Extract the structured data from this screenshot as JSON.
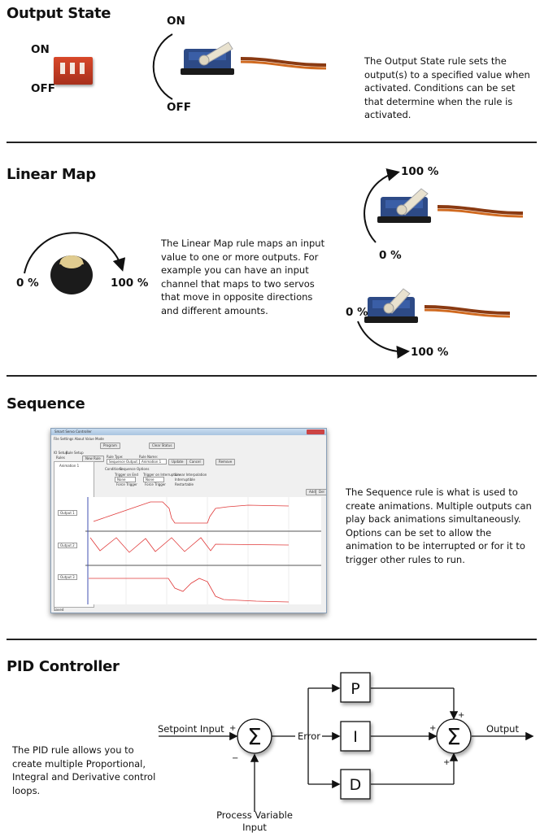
{
  "output_state": {
    "title": "Output State",
    "switch_on": "ON",
    "switch_off": "OFF",
    "servo_on": "ON",
    "servo_off": "OFF",
    "description": "The Output State rule sets the output(s) to a specified value when activated. Conditions can be set that determine when the rule is activated."
  },
  "linear_map": {
    "title": "Linear Map",
    "knob_min": "0 %",
    "knob_max": "100 %",
    "description": "The Linear Map rule maps an input value to one or more outputs. For example you can have an input channel that maps to two servos that move in opposite directions and different amounts.",
    "servo1_max": "100 %",
    "servo1_min": "0 %",
    "servo2_min": "0 %",
    "servo2_max": "100 %"
  },
  "sequence": {
    "title": "Sequence",
    "description": "The Sequence rule is what is used to create animations. Multiple outputs can play back animations simultaneously. Options can be set to allow the animation to be interrupted or for it to trigger other rules to run.",
    "window": {
      "title": "Smart Servo Controller",
      "menu": "File   Settings   About   Value Mode",
      "program": "Program",
      "clear_status": "Clear Status",
      "tab_io": "IO Setup",
      "tab_rule": "Rule Setup",
      "rules_label": "Rules",
      "new_rule": "New Rule",
      "rule_item": "Animation 1",
      "rule_type_label": "Rule Type:",
      "rule_type": "Sequence Output",
      "rule_name_label": "Rule Name:",
      "rule_name": "Animation 1",
      "update": "Update",
      "cancel": "Cancel",
      "remove": "Remove",
      "tab_conditions": "Conditions",
      "tab_sequence": "Sequence Options",
      "trigger_end": "Trigger on End",
      "trigger_interrupt": "Trigger on Interruption",
      "none": "None",
      "force_trigger": "Force Trigger",
      "linear_interp": "Linear Interpolation",
      "interruptible": "Interruptible",
      "restartable": "Restartable",
      "add": "Add",
      "del": "Del",
      "outputs": [
        "Output 1",
        "Output 2",
        "Output 3"
      ],
      "status": "Saved",
      "series_color": "#e03a3a"
    }
  },
  "pid": {
    "title": "PID Controller",
    "description": "The PID rule allows you to create multiple Proportional, Integral and Derivative control loops.",
    "setpoint": "Setpoint Input",
    "error": "Error",
    "output": "Output",
    "process_variable_1": "Process Variable",
    "process_variable_2": "Input",
    "sum_symbol": "Σ",
    "p": "P",
    "i": "I",
    "d": "D",
    "plus": "+",
    "minus": "−"
  }
}
